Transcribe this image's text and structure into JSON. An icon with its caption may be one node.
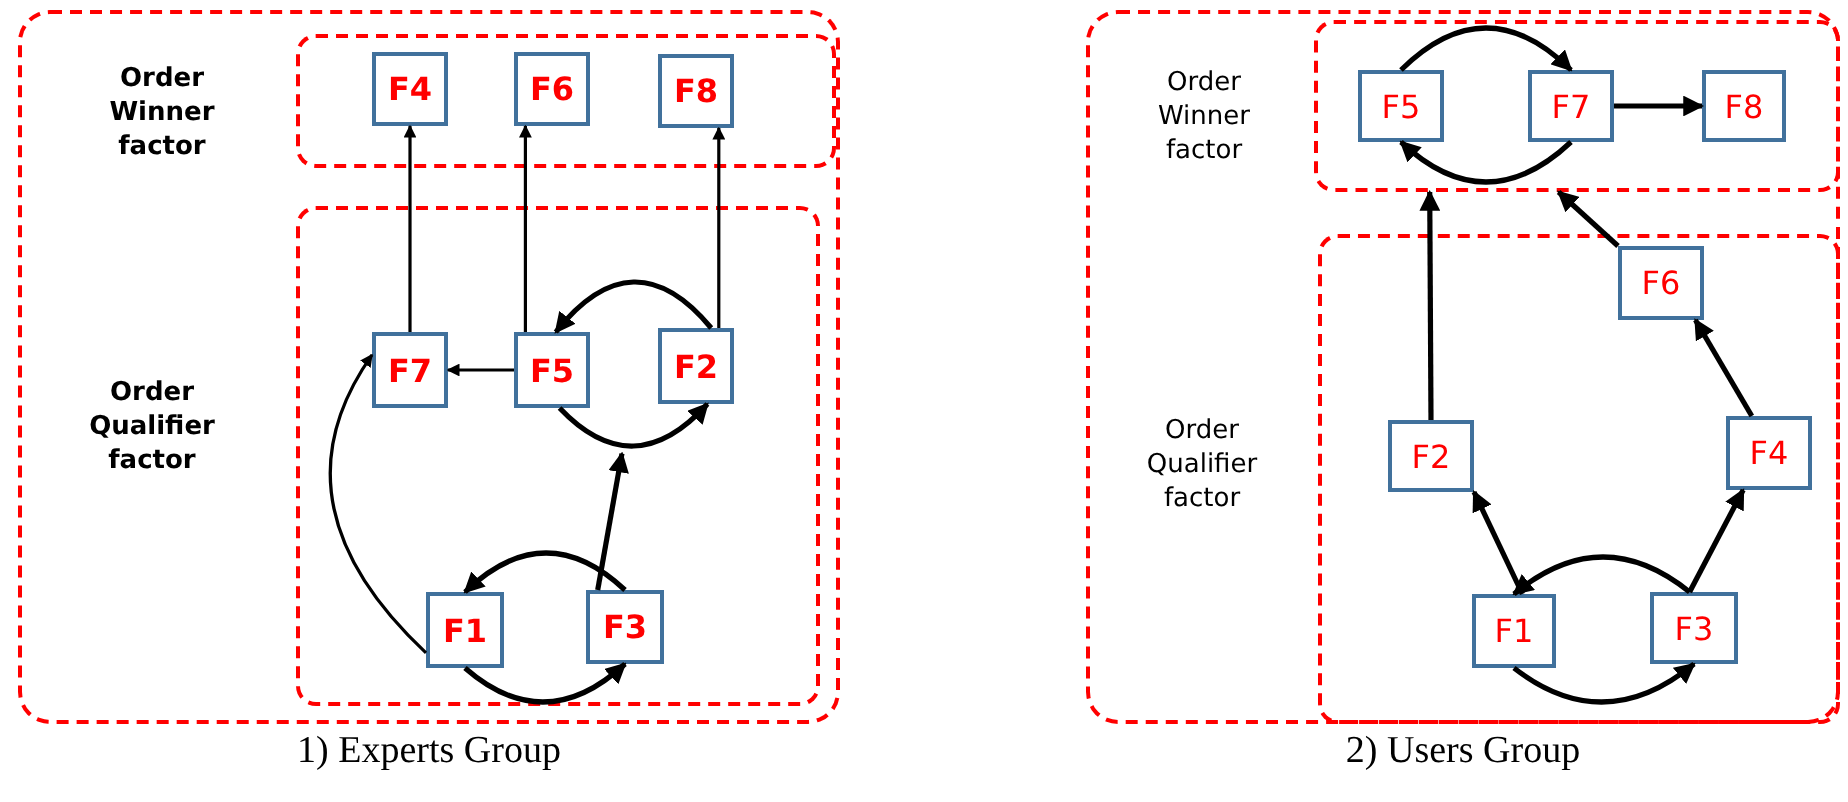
{
  "diagram": {
    "nodes": [
      {
        "text": [
          "1) Experts Group"
        ]
      },
      {
        "text": [
          "Order Winner factor"
        ],
        "in": 0
      },
      {
        "text": [
          "F4"
        ],
        "in": 1
      },
      {
        "text": [
          "F6"
        ],
        "in": 1
      },
      {
        "text": [
          "F8"
        ],
        "in": 1
      },
      {
        "text": [
          "Order Qualifier factor"
        ],
        "in": 0
      },
      {
        "text": [
          "F7"
        ],
        "in": 5
      },
      {
        "text": [
          "F5"
        ],
        "in": 5
      },
      {
        "text": [
          "F2"
        ],
        "in": 5
      },
      {
        "text": [
          "F1"
        ],
        "in": 5
      },
      {
        "text": [
          "F3"
        ],
        "in": 5
      },
      {
        "text": [
          "2) Users Group"
        ]
      },
      {
        "text": [
          "Order Winner factor"
        ],
        "in": 11
      },
      {
        "text": [
          "F5"
        ],
        "in": 12
      },
      {
        "text": [
          "F7"
        ],
        "in": 12
      },
      {
        "text": [
          "F8"
        ],
        "in": 12
      },
      {
        "text": [
          "Order Qualifier factor"
        ],
        "in": 11
      },
      {
        "text": [
          "F6"
        ],
        "in": 16
      },
      {
        "text": [
          "F2"
        ],
        "in": 16
      },
      {
        "text": [
          "F4"
        ],
        "in": 16
      },
      {
        "text": [
          "F1"
        ],
        "in": 16
      },
      {
        "text": [
          "F3"
        ],
        "in": 16
      }
    ],
    "edges": [
      {
        "from": 6,
        "to": 2,
        "arrow": "to"
      },
      {
        "from": 7,
        "to": 3,
        "arrow": "to"
      },
      {
        "from": 8,
        "to": 4,
        "arrow": "to"
      },
      {
        "from": 7,
        "to": 6,
        "arrow": "to"
      },
      {
        "from": 8,
        "to": 7,
        "arrow": "to"
      },
      {
        "from": 7,
        "to": 8,
        "arrow": "to"
      },
      {
        "from": 9,
        "to": 6,
        "arrow": "to"
      },
      {
        "from": 10,
        "to": 9,
        "arrow": "to"
      },
      {
        "from": 9,
        "to": 10,
        "arrow": "to"
      },
      {
        "from": 10,
        "to": 7,
        "arrow": "to"
      },
      {
        "from": 13,
        "to": 14,
        "arrow": "to"
      },
      {
        "from": 14,
        "to": 13,
        "arrow": "to"
      },
      {
        "from": 14,
        "to": 15,
        "arrow": "to"
      },
      {
        "from": 18,
        "to": 12,
        "arrow": "to"
      },
      {
        "from": 17,
        "to": 12,
        "arrow": "to"
      },
      {
        "from": 19,
        "to": 17,
        "arrow": "to"
      },
      {
        "from": 20,
        "to": 18,
        "arrow": "to"
      },
      {
        "from": 21,
        "to": 19,
        "arrow": "to"
      },
      {
        "from": 21,
        "to": 20,
        "arrow": "to"
      },
      {
        "from": 20,
        "to": 21,
        "arrow": "to"
      }
    ]
  }
}
